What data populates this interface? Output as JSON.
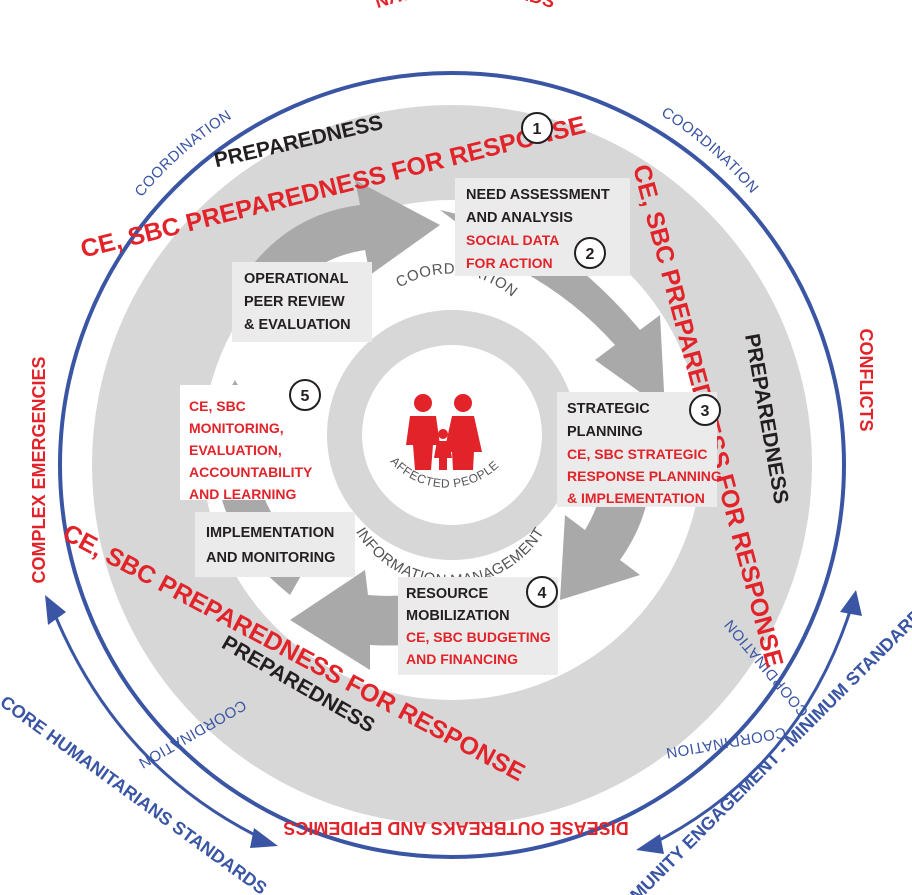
{
  "outer_labels": {
    "top": "NATURAL HAZARDS",
    "right": "CONFLICTS",
    "left": "COMPLEX EMERGENCIES",
    "bottom": "DISEASE OUTBREAKS AND EPIDEMICS"
  },
  "coordination_label": "COORDINATION",
  "preparedness": {
    "title": "PREPAREDNESS",
    "subtitle": "CE, SBC PREPAREDNESS FOR RESPONSE"
  },
  "standards": {
    "left": "CORE HUMANITARIANS STANDARDS",
    "right": "COMMUNITY ENGAGEMENT - MINIMUM STANDARDS"
  },
  "center": {
    "inner_ring_top": "COORDINATION",
    "inner_ring_bottom": "INFORMATION MANAGEMENT",
    "core_label": "AFFECTED PEOPLE"
  },
  "steps": [
    {
      "number": "1"
    },
    {
      "number": "2",
      "title_lines": [
        "NEED ASSESSMENT",
        "AND ANALYSIS"
      ],
      "sub_lines": [
        "SOCIAL DATA",
        "FOR ACTION"
      ]
    },
    {
      "number": "3",
      "title_lines": [
        "STRATEGIC",
        "PLANNING"
      ],
      "sub_lines": [
        "CE, SBC STRATEGIC",
        "RESPONSE PLANNING",
        "& IMPLEMENTATION"
      ]
    },
    {
      "number": "4",
      "title_lines": [
        "RESOURCE",
        "MOBILIZATION"
      ],
      "sub_lines": [
        "CE, SBC BUDGETING",
        "AND FINANCING"
      ]
    },
    {
      "number": "5",
      "sub_lines": [
        "CE, SBC",
        "MONITORING,",
        "EVALUATION,",
        "ACCOUNTABILITY",
        "AND LEARNING"
      ]
    }
  ],
  "other_boxes": {
    "review": [
      "OPERATIONAL",
      "PEER REVIEW",
      "& EVALUATION"
    ],
    "implementation": [
      "IMPLEMENTATION",
      "AND MONITORING"
    ]
  },
  "colors": {
    "red": "#e2232a",
    "blue": "#3a55a4",
    "ring": "#d7d7d7",
    "arrow": "#a9a9a9",
    "dark": "#231f20"
  }
}
